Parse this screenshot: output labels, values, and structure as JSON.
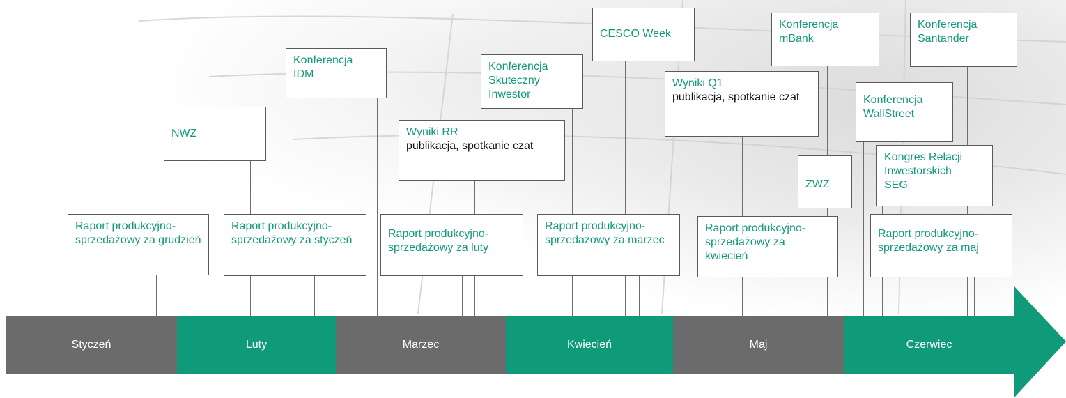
{
  "colors": {
    "accent": "#0f9a7a",
    "accent_text": "#129a7b",
    "gray_band": "#6b6b6b",
    "box_border": "#5a5a5a",
    "connector": "#6e6e6e"
  },
  "months": [
    "Styczeń",
    "Luty",
    "Marzec",
    "Kwiecień",
    "Maj",
    "Czerwiec"
  ],
  "events": {
    "raport_grudzien": "Raport produkcyjno-sprzedażowy za grudzień",
    "nwz": "NWZ",
    "raport_styczen": "Raport produkcyjno-sprzedażowy za styczeń",
    "konferencja_idm": "Konferencja IDM",
    "wyniki_rr_title": "Wyniki RR",
    "wyniki_rr_sub": "publikacja, spotkanie czat",
    "raport_luty": "Raport produkcyjno-sprzedażowy za luty",
    "konferencja_skuteczny": "Konferencja Skuteczny Inwestor",
    "cesco_week": "CESCO Week",
    "raport_marzec": "Raport produkcyjno-sprzedażowy za marzec",
    "wyniki_q1_title": "Wyniki Q1",
    "wyniki_q1_sub": "publikacja, spotkanie czat",
    "konferencja_mbank": "Konferencja mBank",
    "zwz": "ZWZ",
    "raport_kwiecien": "Raport produkcyjno-sprzedażowy za kwiecień",
    "konferencja_santander": "Konferencja Santander",
    "konferencja_wallstreet": "Konferencja WallStreet",
    "kongres_seg": "Kongres Relacji Inwestorskich SEG",
    "raport_maj": "Raport produkcyjno-sprzedażowy za maj"
  }
}
